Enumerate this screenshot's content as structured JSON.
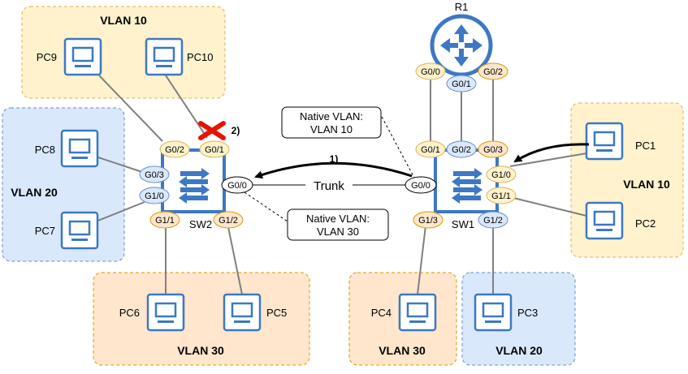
{
  "colors": {
    "yellow_fill": "#fff2cc",
    "yellow_stroke": "#d6b656",
    "blue_fill": "#dae8fc",
    "blue_stroke": "#6c8ebf",
    "orange_fill": "#ffe6cc",
    "orange_stroke": "#d79b00",
    "device_blue": "#3c78c3",
    "link_gray": "#808080",
    "red_x": "#e51400"
  },
  "icons": {
    "pc": "monitor-icon",
    "switch": "switch-arrows-icon",
    "router": "router-arrows-icon",
    "failure": "red-x-icon"
  },
  "vlan_groups": [
    {
      "id": "v10-left",
      "label": "VLAN 10",
      "color": "yellow"
    },
    {
      "id": "v20-left",
      "label": "VLAN 20",
      "color": "blue"
    },
    {
      "id": "v30-left",
      "label": "VLAN 30",
      "color": "orange"
    },
    {
      "id": "v10-right",
      "label": "VLAN 10",
      "color": "yellow"
    },
    {
      "id": "v30-right",
      "label": "VLAN 30",
      "color": "orange"
    },
    {
      "id": "v20-right",
      "label": "VLAN 20",
      "color": "blue"
    }
  ],
  "pcs": [
    "PC9",
    "PC10",
    "PC8",
    "PC7",
    "PC6",
    "PC5",
    "PC4",
    "PC3",
    "PC1",
    "PC2"
  ],
  "devices": {
    "sw2": "SW2",
    "sw1": "SW1",
    "r1": "R1"
  },
  "ports": {
    "sw2_g0_2": "G0/2",
    "sw2_g0_1": "G0/1",
    "sw2_g0_3": "G0/3",
    "sw2_g1_0": "G1/0",
    "sw2_g0_0": "G0/0",
    "sw2_g1_1": "G1/1",
    "sw2_g1_2": "G1/2",
    "r1_g0_0": "G0/0",
    "r1_g0_1": "G0/1",
    "r1_g0_2": "G0/2",
    "sw1_g0_1": "G0/1",
    "sw1_g0_2": "G0/2",
    "sw1_g0_3": "G0/3",
    "sw1_g1_0": "G1/0",
    "sw1_g1_1": "G1/1",
    "sw1_g0_0": "G0/0",
    "sw1_g1_3": "G1/3",
    "sw1_g1_2": "G1/2"
  },
  "link": {
    "trunk": "Trunk"
  },
  "notes": {
    "sw1_native": [
      "Native VLAN:",
      "VLAN 10"
    ],
    "sw2_native": [
      "Native VLAN:",
      "VLAN 30"
    ]
  },
  "steps": {
    "step1": "1)",
    "step2": "2)"
  }
}
